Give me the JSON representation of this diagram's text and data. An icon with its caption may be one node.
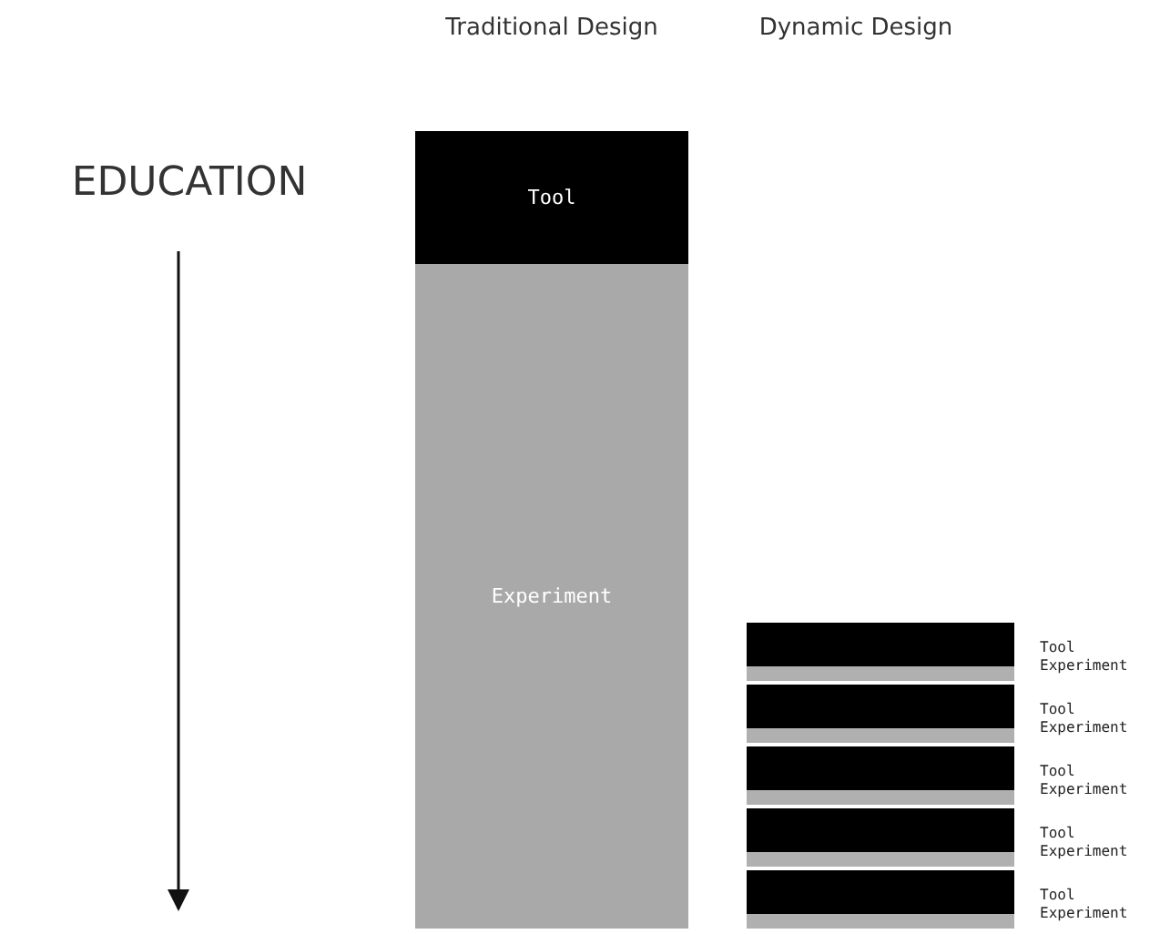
{
  "diagram": {
    "nodes": [
      {
        "text": [
          "Tool"
        ]
      },
      {
        "text": [
          "Experiment"
        ]
      },
      {
        "text": [],
        "shape": "bar",
        "beside": [
          "Tool"
        ]
      },
      {
        "text": [],
        "shape": "bar",
        "beside": [
          "Experiment"
        ]
      },
      {
        "text": [],
        "shape": "bar",
        "beside": [
          "Tool"
        ]
      },
      {
        "text": [],
        "shape": "bar",
        "beside": [
          "Experiment"
        ]
      },
      {
        "text": [],
        "shape": "bar",
        "beside": [
          "Tool"
        ]
      },
      {
        "text": [],
        "shape": "bar",
        "beside": [
          "Experiment"
        ]
      },
      {
        "text": [],
        "shape": "bar",
        "beside": [
          "Tool"
        ]
      },
      {
        "text": [],
        "shape": "bar",
        "beside": [
          "Experiment"
        ]
      },
      {
        "text": [],
        "shape": "bar",
        "beside": [
          "Tool"
        ]
      },
      {
        "text": [],
        "shape": "bar",
        "beside": [
          "Experiment"
        ]
      }
    ],
    "labels": [
      "Traditional Design",
      "Dynamic Design",
      "EDUCATION"
    ]
  }
}
